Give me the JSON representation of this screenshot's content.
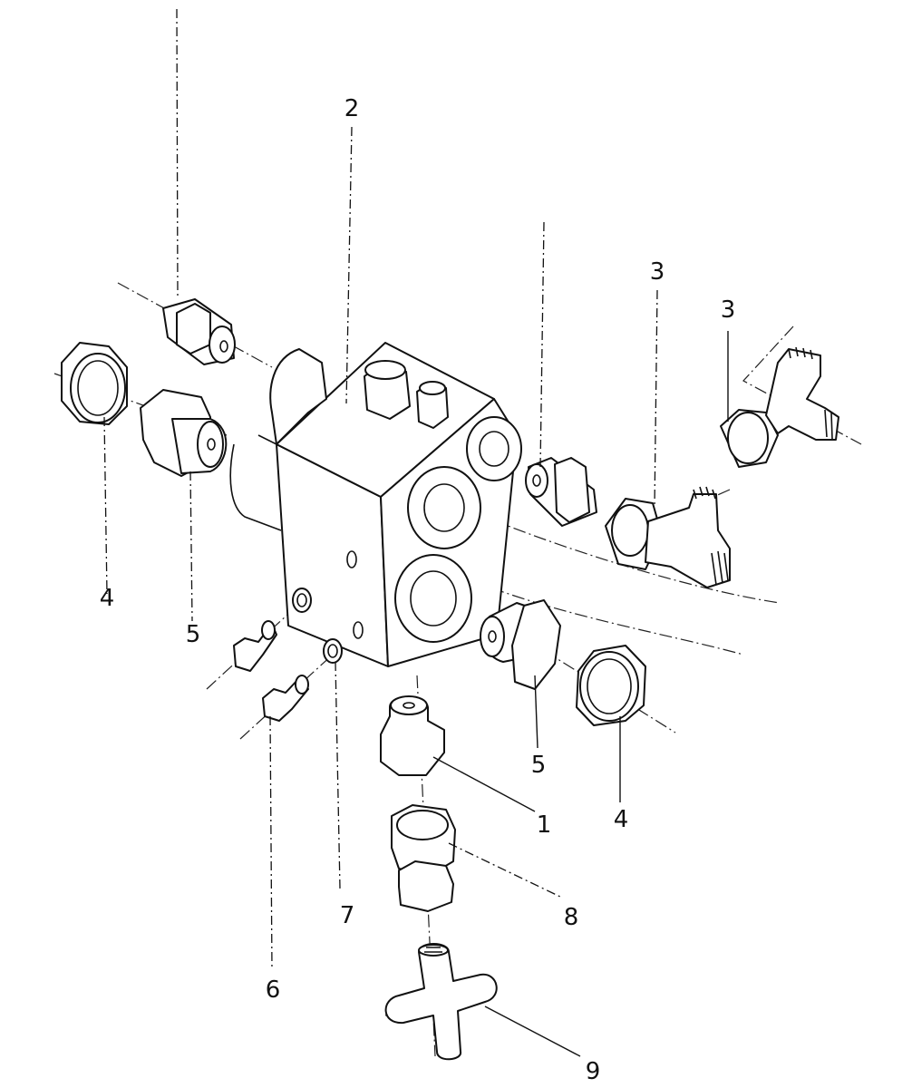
{
  "callouts": {
    "item_2": "2",
    "item_3_a": "3",
    "item_3_b": "3",
    "item_4_left": "4",
    "item_4_right": "4",
    "item_5_left": "5",
    "item_5_right": "5",
    "item_1": "1",
    "item_6": "6",
    "item_7": "7",
    "item_8": "8",
    "item_9": "9"
  },
  "colors": {
    "ink": "#111111",
    "paper": "#ffffff"
  }
}
